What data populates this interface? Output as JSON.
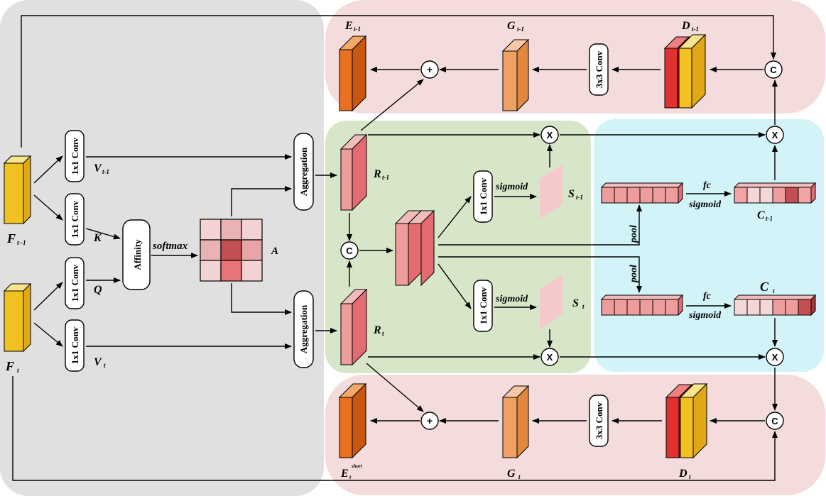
{
  "labels": {
    "f_prev": "F",
    "f_prev_sub": "t−1",
    "f_cur": "F",
    "f_cur_sub": "t",
    "v_prev": "V",
    "v_prev_sub": "t-1",
    "k": "K",
    "q": "Q",
    "v_cur": "V",
    "v_cur_sub": "t",
    "softmax": "softmax",
    "a": "A",
    "r_prev": "R",
    "r_prev_sub": "t-1",
    "r_cur": "R",
    "r_cur_sub": "t",
    "s_prev": "S",
    "s_prev_sub": "t-1",
    "s_cur": "S",
    "s_cur_sub": "t",
    "sigmoid_top": "sigmoid",
    "sigmoid_bottom": "sigmoid",
    "c_prev": "C",
    "c_prev_sub": "t-1",
    "c_cur": "C",
    "c_cur_sub": "t",
    "fc_top": "fc",
    "fc_sigmoid_top": "sigmoid",
    "fc_bottom": "fc",
    "fc_sigmoid_bottom": "sigmoid",
    "pool_top": "pool",
    "pool_bottom": "pool",
    "e_prev": "E",
    "e_prev_sub": "t-1",
    "g_prev": "G",
    "g_prev_sub": "t-1",
    "d_prev": "D",
    "d_prev_sub": "t-1",
    "e_cur": "E",
    "e_cur_sub": "t",
    "e_cur_sup": "short",
    "g_cur": "G",
    "g_cur_sub": "t",
    "d_cur": "D",
    "d_cur_sub": "t"
  },
  "blocks": {
    "conv1x1": "1x1 Conv",
    "conv3x3": "3x3 Conv",
    "affinity": "Affinity",
    "aggregation": "Aggregation"
  },
  "ops": {
    "concat": "C",
    "multiply": "X",
    "add": "+"
  },
  "colors": {
    "gray_panel": "#e0e0e0",
    "pink_panel": "#f5dcdc",
    "green_panel": "#d7e6c8",
    "cyan_panel": "#d2f4f8",
    "yellow": "#f2c020",
    "orange": "#e87020",
    "peach": "#f0a060",
    "red": "#e03030",
    "pink_feature": "#e88080"
  }
}
